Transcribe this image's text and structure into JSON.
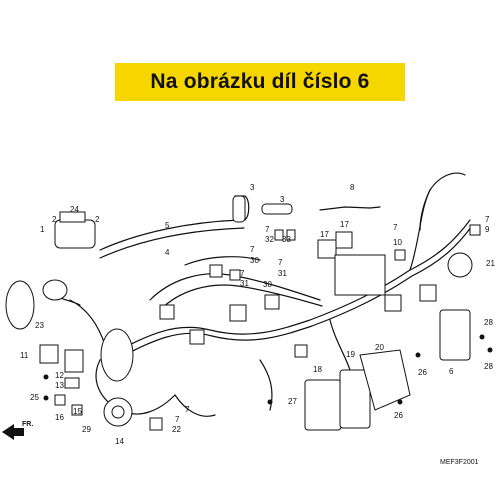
{
  "banner": {
    "text": "Na obrázku díl číslo 6",
    "color": "#f7d600"
  },
  "diagram": {
    "code": "MEF3F2001",
    "front_marker": "FR.",
    "callouts": [
      {
        "id": "c1",
        "text": "1"
      },
      {
        "id": "c2a",
        "text": "2"
      },
      {
        "id": "c2b",
        "text": "2"
      },
      {
        "id": "c24",
        "text": "24"
      },
      {
        "id": "c3a",
        "text": "3"
      },
      {
        "id": "c3b",
        "text": "3"
      },
      {
        "id": "c5",
        "text": "5"
      },
      {
        "id": "c4",
        "text": "4"
      },
      {
        "id": "c8",
        "text": "8"
      },
      {
        "id": "c7a",
        "text": "7"
      },
      {
        "id": "c9",
        "text": "9"
      },
      {
        "id": "c17a",
        "text": "17"
      },
      {
        "id": "c17b",
        "text": "17"
      },
      {
        "id": "c7b",
        "text": "7"
      },
      {
        "id": "c10",
        "text": "10"
      },
      {
        "id": "c21",
        "text": "21"
      },
      {
        "id": "c7c",
        "text": "7"
      },
      {
        "id": "c32",
        "text": "32"
      },
      {
        "id": "c33",
        "text": "33"
      },
      {
        "id": "c7d",
        "text": "7"
      },
      {
        "id": "c30a",
        "text": "30"
      },
      {
        "id": "c7e",
        "text": "7"
      },
      {
        "id": "c31a",
        "text": "31"
      },
      {
        "id": "c7f",
        "text": "7"
      },
      {
        "id": "c31b",
        "text": "31"
      },
      {
        "id": "c30b",
        "text": "30"
      },
      {
        "id": "c23",
        "text": "23"
      },
      {
        "id": "c11",
        "text": "11"
      },
      {
        "id": "c12",
        "text": "12"
      },
      {
        "id": "c13",
        "text": "13"
      },
      {
        "id": "c25",
        "text": "25"
      },
      {
        "id": "c15",
        "text": "15"
      },
      {
        "id": "c16",
        "text": "16"
      },
      {
        "id": "c29",
        "text": "29"
      },
      {
        "id": "c14",
        "text": "14"
      },
      {
        "id": "c7g",
        "text": "7"
      },
      {
        "id": "c22",
        "text": "22"
      },
      {
        "id": "c7h",
        "text": "7"
      },
      {
        "id": "c27",
        "text": "27"
      },
      {
        "id": "c18",
        "text": "18"
      },
      {
        "id": "c19",
        "text": "19"
      },
      {
        "id": "c20",
        "text": "20"
      },
      {
        "id": "c26a",
        "text": "26"
      },
      {
        "id": "c26b",
        "text": "26"
      },
      {
        "id": "c6",
        "text": "6"
      },
      {
        "id": "c28a",
        "text": "28"
      },
      {
        "id": "c28b",
        "text": "28"
      }
    ]
  }
}
